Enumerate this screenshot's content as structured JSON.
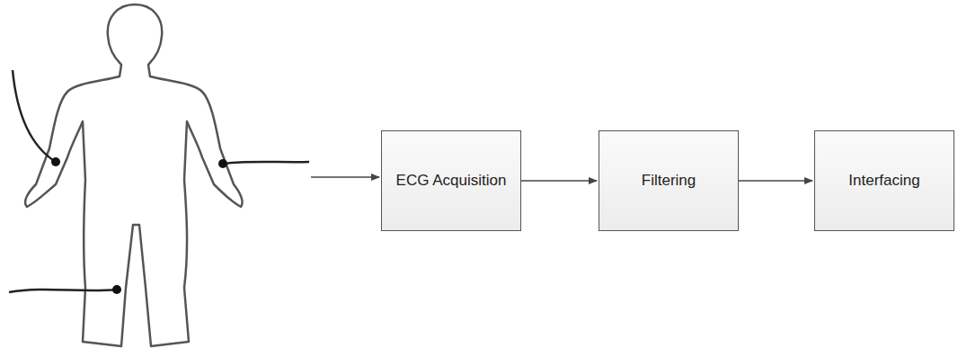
{
  "diagram": {
    "nodes": [
      {
        "text": [
          "ECG Acquisition"
        ]
      },
      {
        "text": [
          "Filtering"
        ]
      },
      {
        "text": [
          "Interfacing"
        ]
      }
    ],
    "edges": [
      {
        "from": 0,
        "to": 1,
        "arrow": "to"
      },
      {
        "from": 1,
        "to": 2,
        "arrow": "to"
      }
    ]
  }
}
